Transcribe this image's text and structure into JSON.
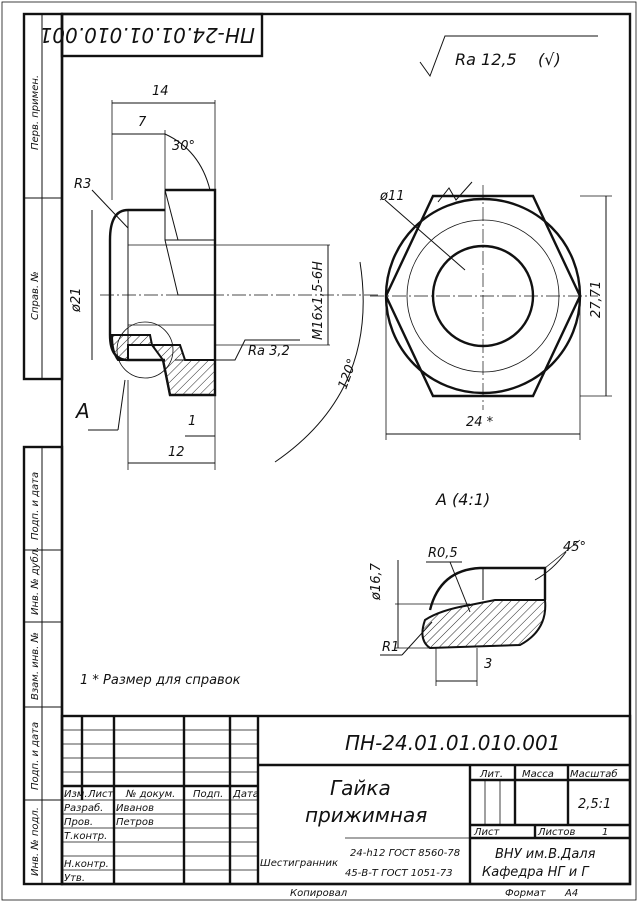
{
  "stamp_rotated": "ПН-24.01.01.010.001",
  "surface_roughness": {
    "value": "Ra 12,5",
    "suffix": "(√)"
  },
  "side_labels": [
    "Перв. примен.",
    "Справ. №",
    "Подп. и дата",
    "Инв. № дубл.",
    "Взам. инв. №",
    "Подп. и дата",
    "Инв. № подл."
  ],
  "front_view": {
    "dims": [
      "14",
      "7",
      "30°",
      "R3",
      "ø21",
      "М16х1,5-6Н",
      "Ra 3,2",
      "120°",
      "1",
      "12"
    ],
    "section_label": "A"
  },
  "top_view": {
    "dims": [
      "ø11",
      "27,71",
      "24 *"
    ]
  },
  "detail": {
    "title": "A (4:1)",
    "dims": [
      "R0,5",
      "45°",
      "ø16,7",
      "R1",
      "3"
    ]
  },
  "note": "1 * Размер для справок",
  "title_block": {
    "doc_number": "ПН-24.01.01.010.001",
    "part_name_1": "Гайка",
    "part_name_2": "прижимная",
    "col_headers": [
      "Изм.",
      "Лист",
      "№ докум.",
      "Подп.",
      "Дата"
    ],
    "role_rows": [
      {
        "role": "Разраб.",
        "name": "Иванов"
      },
      {
        "role": "Пров.",
        "name": "Петров"
      },
      {
        "role": "Т.контр.",
        "name": ""
      },
      {
        "role": "Н.контр.",
        "name": ""
      },
      {
        "role": "Утв.",
        "name": ""
      }
    ],
    "lit_label": "Лит.",
    "mass_label": "Масса",
    "scale_label": "Масштаб",
    "scale_value": "2,5:1",
    "sheet_label": "Лист",
    "sheets_label": "Листов",
    "sheets_value": "1",
    "material_name": "Шестигранник",
    "material_1": "24-h12 ГОСТ 8560-78",
    "material_2": "45-В-Т ГОСТ 1051-73",
    "org_1": "ВНУ им.В.Даля",
    "org_2": "Кафедра НГ и Г",
    "copied": "Копировал",
    "format_label": "Формат",
    "format_value": "А4"
  }
}
